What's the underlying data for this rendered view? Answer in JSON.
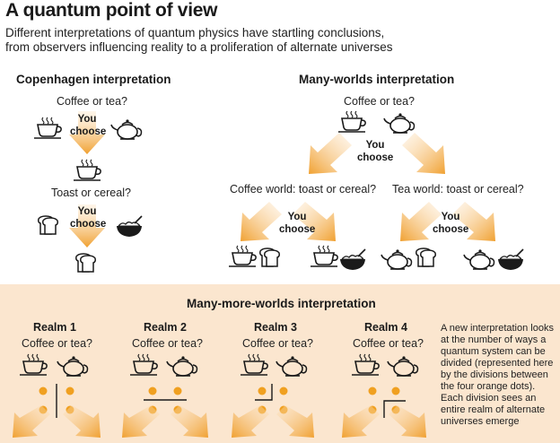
{
  "title": "A quantum point of view",
  "subtitle_line1": "Different interpretations of quantum physics have startling conclusions,",
  "subtitle_line2": "from observers influencing reality to a proliferation of alternate universes",
  "copenhagen": {
    "heading": "Copenhagen interpretation",
    "q1": "Coffee or tea?",
    "q2": "Toast or cereal?",
    "choose_line1": "You",
    "choose_line2": "choose"
  },
  "many_worlds": {
    "heading": "Many-worlds interpretation",
    "q1": "Coffee or tea?",
    "coffee_world": "Coffee world: toast or cereal?",
    "tea_world": "Tea world: toast or cereal?",
    "choose_line1": "You",
    "choose_line2": "choose"
  },
  "many_more": {
    "heading": "Many-more-worlds interpretation",
    "question": "Coffee or tea?",
    "realms": [
      "Realm 1",
      "Realm 2",
      "Realm 3",
      "Realm 4"
    ],
    "note": [
      "A new interpretation looks",
      "at the number of ways a",
      "quantum system can be",
      "divided (represented here",
      "by the divisions between",
      "the four orange dots).",
      "Each division sees an",
      "entire realm of alternate",
      "universes emerge"
    ]
  },
  "colors": {
    "arrow_orange": "#f0a030",
    "panel_bg": "#fbe6cf",
    "dot_orange": "#f0a020"
  },
  "icons": [
    "coffee-cup-icon",
    "teapot-icon",
    "toast-icon",
    "cereal-bowl-icon"
  ]
}
